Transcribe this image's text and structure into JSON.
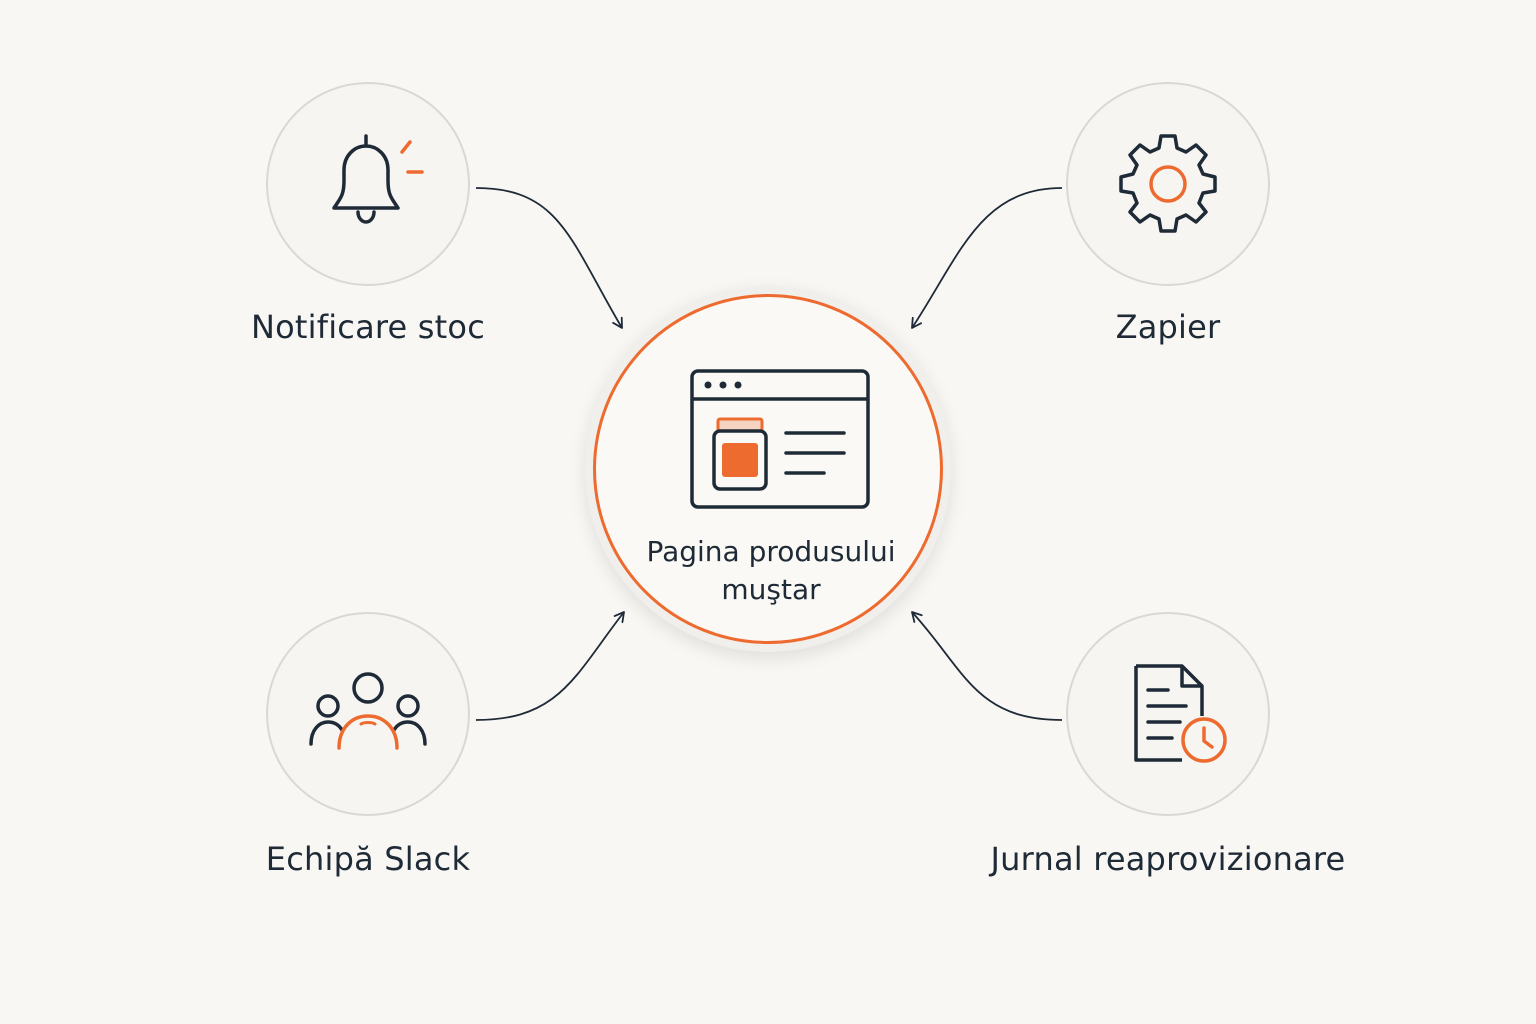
{
  "hub": {
    "label_line1": "Pagina produsului",
    "label_line2": "muştar",
    "icon": "product-page-jar-icon"
  },
  "nodes": [
    {
      "id": "stock-notification",
      "label": "Notificare stoc",
      "icon": "bell-icon"
    },
    {
      "id": "zapier",
      "label": "Zapier",
      "icon": "gear-icon"
    },
    {
      "id": "slack-team",
      "label": "Echipă Slack",
      "icon": "team-icon"
    },
    {
      "id": "restock-log",
      "label": "Jurnal reaprovizionare",
      "icon": "document-clock-icon"
    }
  ],
  "colors": {
    "accent": "#ee6b2f",
    "ink": "#1f2a37",
    "background": "#f8f7f4",
    "node_border": "#d9d8d4"
  }
}
